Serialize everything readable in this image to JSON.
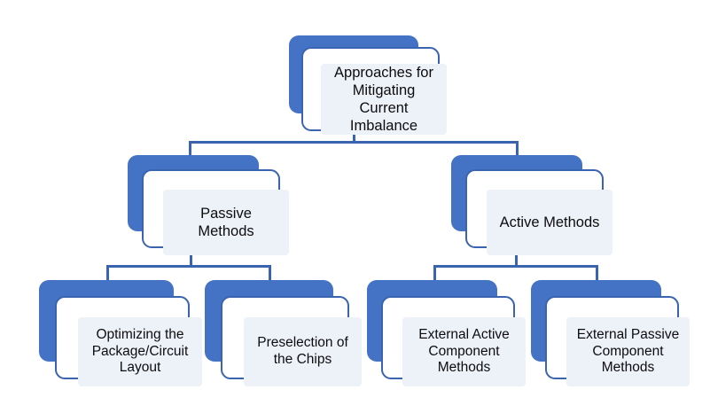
{
  "diagram": {
    "title": "Approaches for Mitigating Current Imbalance",
    "type": "hierarchy-tree",
    "colors": {
      "shadow_blue": "#4472C4",
      "border_blue": "#3B64B0",
      "connector_blue": "#3B64B0",
      "card_fill": "#FFFFFF",
      "inner_fill": "#EDF1F8",
      "text": "#0D0D0D",
      "background": "#FFFFFF"
    },
    "levels": 3,
    "nodes": {
      "root": {
        "label": "Approaches for\nMitigating\nCurrent\nImbalance",
        "level": 1
      },
      "passive": {
        "label": "Passive\nMethods",
        "level": 2
      },
      "active": {
        "label": "Active Methods",
        "level": 2
      },
      "optimizing": {
        "label": "Optimizing  the\nPackage/Circuit\nLayout",
        "level": 3
      },
      "preselection": {
        "label": "Preselection of\nthe Chips",
        "level": 3
      },
      "ext_active": {
        "label": "External Active\nComponent\nMethods",
        "level": 3
      },
      "ext_passive": {
        "label": "External Passive\nComponent\nMethods",
        "level": 3
      }
    },
    "edges": [
      {
        "from": "root",
        "to": "passive"
      },
      {
        "from": "root",
        "to": "active"
      },
      {
        "from": "passive",
        "to": "optimizing"
      },
      {
        "from": "passive",
        "to": "preselection"
      },
      {
        "from": "active",
        "to": "ext_active"
      },
      {
        "from": "active",
        "to": "ext_passive"
      }
    ]
  }
}
